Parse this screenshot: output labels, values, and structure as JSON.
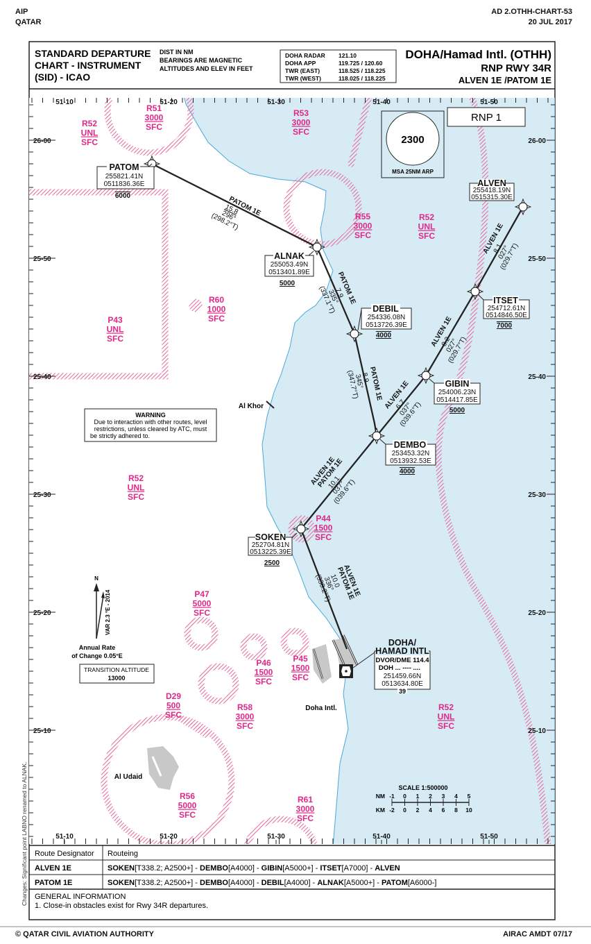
{
  "page_header": {
    "left1": "AIP",
    "left2": "QATAR",
    "right1": "AD 2.OTHH-CHART-53",
    "right2": "20 JUL 2017"
  },
  "page_footer": {
    "left": "© QATAR CIVIL AVIATION AUTHORITY",
    "right": "AIRAC AMDT 07/17"
  },
  "side_note": "Changes: Significant point LABNO renamed to ALNAK.",
  "title": {
    "line1": "STANDARD DEPARTURE",
    "line2": "CHART - INSTRUMENT",
    "line3": "(SID) - ICAO",
    "notes": [
      "DIST IN NM",
      "BEARINGS ARE MAGNETIC",
      "ALTITUDES AND ELEV IN FEET"
    ],
    "airport": "DOHA/Hamad Intl. (OTHH)",
    "runway": "RNP RWY 34R",
    "procedures": "ALVEN 1E /PATOM 1E"
  },
  "frequencies": [
    {
      "name": "DOHA RADAR",
      "freq": "121.10"
    },
    {
      "name": "DOHA APP",
      "freq": "119.725 / 120.60"
    },
    {
      "name": "TWR (EAST)",
      "freq": "118.525 / 118.225"
    },
    {
      "name": "TWR (WEST)",
      "freq": "118.025 / 118.225"
    }
  ],
  "nav_spec": "RNP 1",
  "msa": {
    "value": "2300",
    "label": "MSA 25NM ARP"
  },
  "graticule": {
    "lon": [
      "51-10",
      "51-20",
      "51-30",
      "51-40",
      "51-50"
    ],
    "lat": [
      "26-00",
      "25-50",
      "25-40",
      "25-30",
      "25-20",
      "25-10"
    ]
  },
  "waypoints": {
    "patom": {
      "name": "PATOM",
      "lat": "255821.41N",
      "lon": "0511836.36E",
      "alt": "6000"
    },
    "alnak": {
      "name": "ALNAK",
      "lat": "255053.49N",
      "lon": "0513401.89E",
      "alt": "5000"
    },
    "debil": {
      "name": "DEBIL",
      "lat": "254336.08N",
      "lon": "0513726.39E",
      "alt": "4000"
    },
    "dembo": {
      "name": "DEMBO",
      "lat": "253453.32N",
      "lon": "0513932.53E",
      "alt": "4000"
    },
    "gibin": {
      "name": "GIBIN",
      "lat": "254006.23N",
      "lon": "0514417.85E",
      "alt": "5000"
    },
    "itset": {
      "name": "ITSET",
      "lat": "254712.61N",
      "lon": "0514846.50E",
      "alt": "7000"
    },
    "alven": {
      "name": "ALVEN",
      "lat": "255418.19N",
      "lon": "0515315.30E"
    },
    "soken": {
      "name": "SOKEN",
      "lat": "252704.81N",
      "lon": "0513225.39E",
      "alt": "2500"
    }
  },
  "navaid": {
    "line1": "DOHA/",
    "line2": "HAMAD INTL",
    "dvor": "DVOR/DME 114.4",
    "ident": "DOH ... ---- ....",
    "lat": "251459.66N",
    "lon": "0513634.80E",
    "elev": "39"
  },
  "legs": {
    "patom_alnak": {
      "route": "PATOM 1E",
      "dist": "15.8",
      "mag": "296°",
      "true": "(298.2°T)"
    },
    "alnak_debil": {
      "route": "PATOM 1E",
      "dist": "7.9",
      "mag": "335°",
      "true": "(337.1°T)"
    },
    "debil_dembo": {
      "route": "PATOM 1E",
      "dist": "8.9",
      "mag": "345°",
      "true": "(347.7°T)"
    },
    "dembo_gibin": {
      "route": "ALVEN 1E",
      "dist": "6.7",
      "mag": "037°",
      "true": "(039.6°T)"
    },
    "gibin_itset": {
      "route": "ALVEN 1E",
      "dist": "8.2",
      "mag": "027°",
      "true": "(029.7°T)"
    },
    "itset_alven": {
      "route": "ALVEN 1E",
      "dist": "8.1",
      "mag": "027°",
      "true": "(029.7°T)"
    },
    "soken_dembo": {
      "route1": "ALVEN 1E",
      "route2": "PATOM 1E",
      "dist": "10.1",
      "mag": "037°",
      "true": "(039.6°T)"
    },
    "rwy_soken": {
      "route1": "ALVEN 1E",
      "route2": "PATOM 1E",
      "dist": "10.0",
      "mag": "336°",
      "true": "(338.2°T)"
    }
  },
  "airspaces": {
    "r51": [
      "R51",
      "3000",
      "SFC"
    ],
    "r52_nw": [
      "R52",
      "UNL",
      "SFC"
    ],
    "r53": [
      "R53",
      "3000",
      "SFC"
    ],
    "r55": [
      "R55",
      "3000",
      "SFC"
    ],
    "r52_ne": [
      "R52",
      "UNL",
      "SFC"
    ],
    "r60": [
      "R60",
      "1000",
      "SFC"
    ],
    "p43": [
      "P43",
      "UNL",
      "SFC"
    ],
    "r52_w": [
      "R52",
      "UNL",
      "SFC"
    ],
    "p44": [
      "P44",
      "1500",
      "SFC"
    ],
    "p47": [
      "P47",
      "5000",
      "SFC"
    ],
    "p46": [
      "P46",
      "1500",
      "SFC"
    ],
    "p45": [
      "P45",
      "1500",
      "SFC"
    ],
    "d29": [
      "D29",
      "500",
      "SFC"
    ],
    "r58": [
      "R58",
      "3000",
      "SFC"
    ],
    "r52_se": [
      "R52",
      "UNL",
      "SFC"
    ],
    "r56": [
      "R56",
      "5000",
      "SFC"
    ],
    "r61": [
      "R61",
      "3000",
      "SFC"
    ]
  },
  "places": {
    "al_khor": "Al Khor",
    "doha_intl": "Doha Intl.",
    "al_udaid": "Al Udaid"
  },
  "warning": {
    "title": "WARNING",
    "lines": [
      "Due to interaction with other routes, level",
      "restrictions, unless cleared by ATC, must",
      "be strictly adhered to."
    ]
  },
  "compass": {
    "north": "N",
    "variation": "VAR 2.3 °E - 2014",
    "rate1": "Annual Rate",
    "rate2": "of Change 0.05°E"
  },
  "transition_altitude": {
    "label": "TRANSITION ALTITUDE",
    "value": "13000"
  },
  "scale": {
    "title": "SCALE  1:500000",
    "nm_label": "NM",
    "nm": [
      "-1",
      "0",
      "1",
      "2",
      "3",
      "4",
      "5"
    ],
    "km_label": "KM",
    "km": [
      "-2",
      "0",
      "2",
      "4",
      "6",
      "8",
      "10"
    ]
  },
  "route_table": {
    "headers": [
      "Route Designator",
      "Routeing"
    ],
    "rows": [
      {
        "designator": "ALVEN 1E",
        "segments": [
          {
            "t": "SOKEN",
            "b": true
          },
          {
            "t": "[T338.2; A2500+] - ",
            "b": false
          },
          {
            "t": "DEMBO",
            "b": true
          },
          {
            "t": "[A4000] - ",
            "b": false
          },
          {
            "t": "GIBIN",
            "b": true
          },
          {
            "t": "[A5000+] - ",
            "b": false
          },
          {
            "t": "ITSET",
            "b": true
          },
          {
            "t": "[A7000] - ",
            "b": false
          },
          {
            "t": "ALVEN",
            "b": true
          }
        ]
      },
      {
        "designator": "PATOM 1E",
        "segments": [
          {
            "t": "SOKEN",
            "b": true
          },
          {
            "t": "[T338.2; A2500+] - ",
            "b": false
          },
          {
            "t": "DEMBO",
            "b": true
          },
          {
            "t": "[A4000] - ",
            "b": false
          },
          {
            "t": "DEBIL",
            "b": true
          },
          {
            "t": "[A4000] - ",
            "b": false
          },
          {
            "t": "ALNAK",
            "b": true
          },
          {
            "t": "[A5000+] - ",
            "b": false
          },
          {
            "t": "PATOM",
            "b": true
          },
          {
            "t": "[A6000-]",
            "b": false
          }
        ]
      }
    ]
  },
  "general_info": {
    "title": "GENERAL INFORMATION",
    "items": [
      "1.  Close-in obstacles exist for Rwy 34R departures."
    ]
  },
  "colors": {
    "sea": "#d6ebf3",
    "restricted": "#e0288a",
    "coast": "#4aa8d8"
  }
}
